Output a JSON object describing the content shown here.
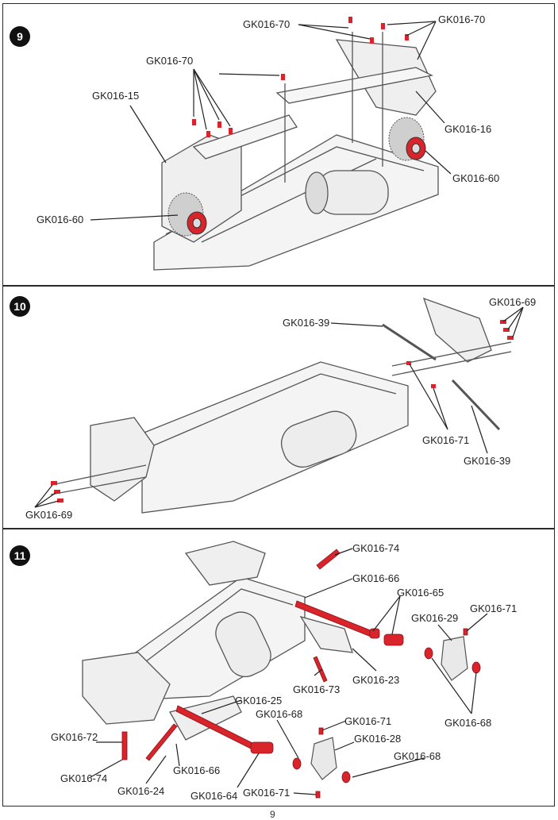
{
  "steps": [
    {
      "number": "9",
      "labels": {
        "l70_top": "GK016-70",
        "l70_right": "GK016-70",
        "l70_left": "GK016-70",
        "l15": "GK016-15",
        "l16": "GK016-16",
        "l60_right": "GK016-60",
        "l60_left": "GK016-60"
      }
    },
    {
      "number": "10",
      "labels": {
        "l69_right": "GK016-69",
        "l39_top": "GK016-39",
        "l71": "GK016-71",
        "l39_bottom": "GK016-39",
        "l69_left": "GK016-69"
      }
    },
    {
      "number": "11",
      "labels": {
        "l74_top": "GK016-74",
        "l66_top": "GK016-66",
        "l65": "GK016-65",
        "l29": "GK016-29",
        "l71_right": "GK016-71",
        "l23": "GK016-23",
        "l73": "GK016-73",
        "l68_right": "GK016-68",
        "l25": "GK016-25",
        "l68_mid": "GK016-68",
        "l71_mid": "GK016-71",
        "l72": "GK016-72",
        "l28": "GK016-28",
        "l68_bottom": "GK016-68",
        "l74_bottom": "GK016-74",
        "l66_bottom": "GK016-66",
        "l24": "GK016-24",
        "l64": "GK016-64",
        "l71_bottom": "GK016-71"
      }
    }
  ],
  "page_number": "9",
  "colors": {
    "border": "#2a2a2a",
    "accent_red": "#d9242b",
    "line": "#555555"
  }
}
